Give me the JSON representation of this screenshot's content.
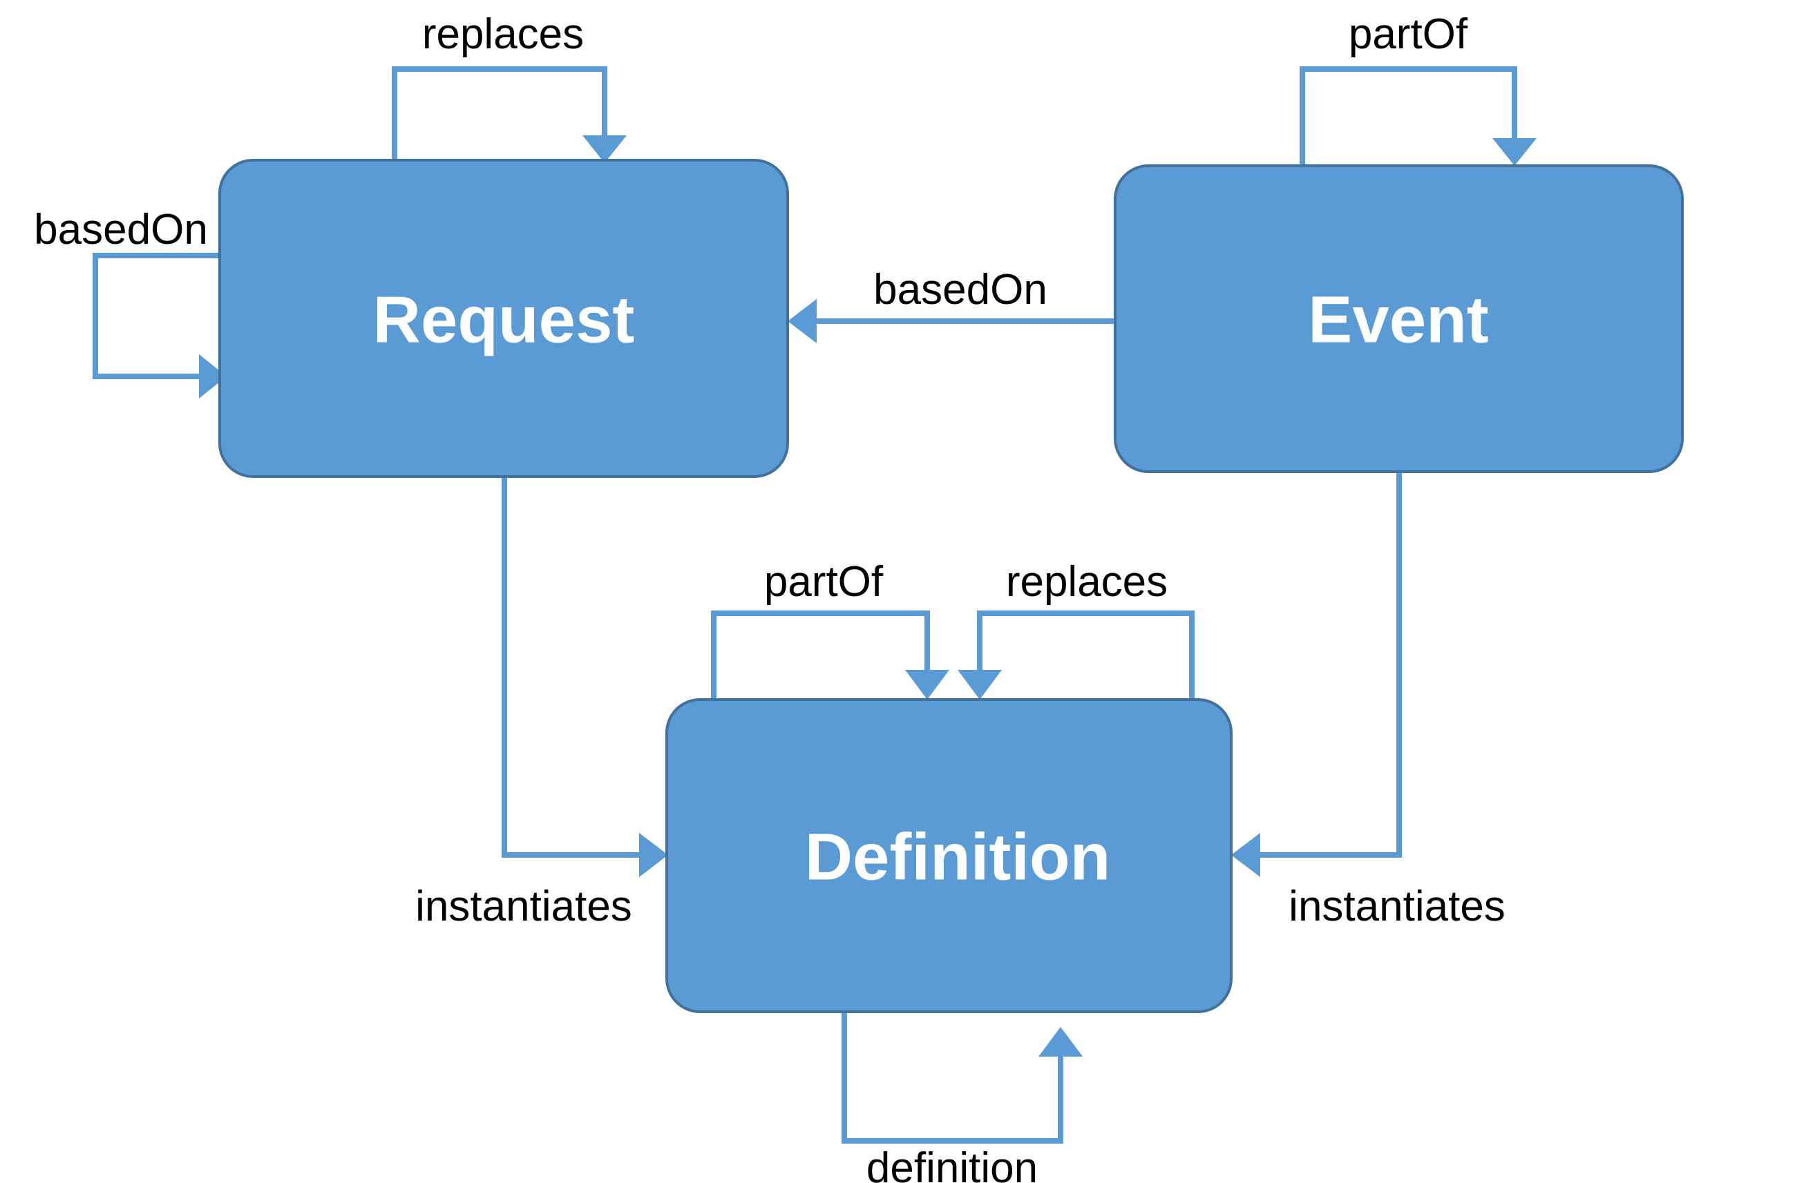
{
  "diagram": {
    "type": "relationship-diagram",
    "background_color": "#ffffff",
    "node_fill_color": "#5b9bd5",
    "node_stroke_color": "#41719c",
    "node_text_color": "#ffffff",
    "edge_color": "#5b9bd5",
    "edge_label_color": "#000000",
    "nodes": [
      {
        "id": "request",
        "label": "Request"
      },
      {
        "id": "event",
        "label": "Event"
      },
      {
        "id": "definition",
        "label": "Definition"
      }
    ],
    "edges": [
      {
        "id": "request-replaces",
        "label": "replaces",
        "from": "request",
        "to": "request"
      },
      {
        "id": "request-basedon",
        "label": "basedOn",
        "from": "request",
        "to": "request"
      },
      {
        "id": "event-partof",
        "label": "partOf",
        "from": "event",
        "to": "event"
      },
      {
        "id": "event-basedon-request",
        "label": "basedOn",
        "from": "event",
        "to": "request"
      },
      {
        "id": "request-instantiates-definition",
        "label": "instantiates",
        "from": "request",
        "to": "definition"
      },
      {
        "id": "event-instantiates-definition",
        "label": "instantiates",
        "from": "event",
        "to": "definition"
      },
      {
        "id": "definition-partof",
        "label": "partOf",
        "from": "definition",
        "to": "definition"
      },
      {
        "id": "definition-replaces",
        "label": "replaces",
        "from": "definition",
        "to": "definition"
      },
      {
        "id": "definition-definition",
        "label": "definition",
        "from": "definition",
        "to": "definition"
      }
    ]
  }
}
